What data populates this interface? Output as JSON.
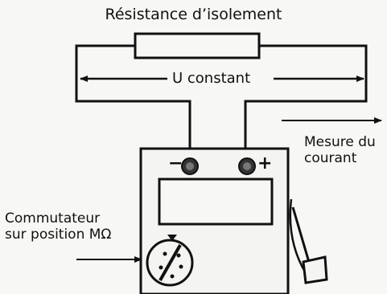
{
  "title": "Résistance d’isolement",
  "voltage_label": "U constant",
  "current_label": {
    "line1": "Mesure du",
    "line2": "courant"
  },
  "switch_label": {
    "line1": "Commutateur",
    "line2": "sur position MΩ"
  },
  "terminals": {
    "negative": "−",
    "positive": "+"
  }
}
